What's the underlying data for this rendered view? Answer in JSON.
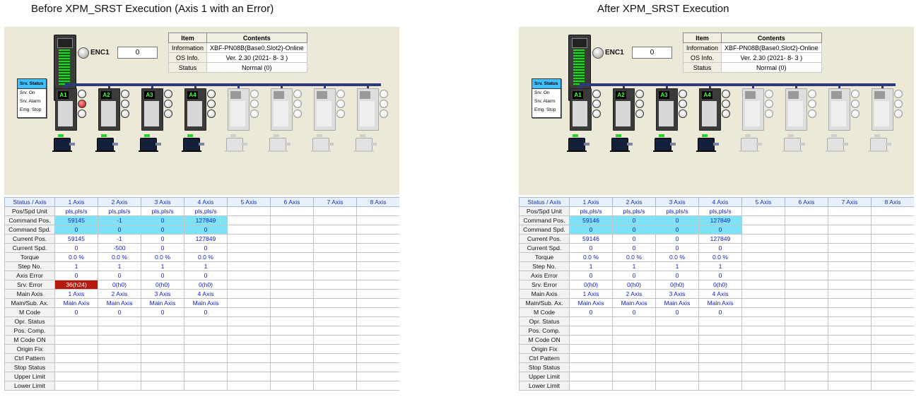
{
  "captions": {
    "before": "Before XPM_SRST Execution (Axis 1 with an Error)",
    "after": "After XPM_SRST Execution"
  },
  "panels": [
    {
      "enc_label": "ENC1",
      "enc_value": "0",
      "info": {
        "headers": [
          "Item",
          "Contents"
        ],
        "rows": [
          [
            "Information",
            "XBF-PN08B(Base0,Slot2)-Online"
          ],
          [
            "OS Info.",
            "Ver.  2.30 (2021- 8- 3 )"
          ],
          [
            "Status",
            "Normal (0)"
          ]
        ]
      },
      "legend": [
        "Srv. Status",
        "Srv. On",
        "Srv. Alarm",
        "Emg. Stop"
      ],
      "drives": [
        "A1",
        "A2",
        "A3",
        "A4",
        "",
        "",
        "",
        ""
      ],
      "alarm_axis": 1,
      "grid": {
        "header": [
          "Status / Axis",
          "1 Axis",
          "2 Axis",
          "3 Axis",
          "4 Axis",
          "5 Axis",
          "6 Axis",
          "7 Axis",
          "8 Axis"
        ],
        "rows": [
          {
            "label": "Pos/Spd Unit",
            "values": [
              "pls,pls/s",
              "pls,pls/s",
              "pls,pls/s",
              "pls,pls/s"
            ]
          },
          {
            "label": "Command Pos.",
            "values": [
              "59145",
              "-1",
              "0",
              "127849"
            ],
            "hl": "cyan"
          },
          {
            "label": "Command Spd.",
            "values": [
              "0",
              "0",
              "0",
              "0"
            ],
            "hl": "cyan"
          },
          {
            "label": "Current Pos.",
            "values": [
              "59145",
              "-1",
              "0",
              "127849"
            ]
          },
          {
            "label": "Current Spd.",
            "values": [
              "0",
              "-500",
              "0",
              "0"
            ]
          },
          {
            "label": "Torque",
            "values": [
              "0.0 %",
              "0.0 %",
              "0.0 %",
              "0.0 %"
            ]
          },
          {
            "label": "Step No.",
            "values": [
              "1",
              "1",
              "1",
              "1"
            ]
          },
          {
            "label": "Axis Error",
            "values": [
              "0",
              "0",
              "0",
              "0"
            ]
          },
          {
            "label": "Srv. Error",
            "values": [
              "36(h24)",
              "0(h0)",
              "0(h0)",
              "0(h0)"
            ],
            "err_col": 0
          },
          {
            "label": "Main Axis",
            "values": [
              "1 Axis",
              "2 Axis",
              "3 Axis",
              "4 Axis"
            ]
          },
          {
            "label": "Main/Sub. Ax.",
            "values": [
              "Main Axis",
              "Main Axis",
              "Main Axis",
              "Main Axis"
            ]
          },
          {
            "label": "M Code",
            "values": [
              "0",
              "0",
              "0",
              "0"
            ]
          },
          {
            "label": "Opr. Status",
            "values": []
          },
          {
            "label": "Pos. Comp.",
            "values": []
          },
          {
            "label": "M Code ON",
            "values": []
          },
          {
            "label": "Origin Fix",
            "values": []
          },
          {
            "label": "Ctrl Pattern",
            "values": []
          },
          {
            "label": "Stop Status",
            "values": []
          },
          {
            "label": "Upper Limit",
            "values": []
          },
          {
            "label": "Lower Limit",
            "values": []
          }
        ]
      }
    },
    {
      "enc_label": "ENC1",
      "enc_value": "0",
      "info": {
        "headers": [
          "Item",
          "Contents"
        ],
        "rows": [
          [
            "Information",
            "XBF-PN08B(Base0,Slot2)-Online"
          ],
          [
            "OS Info.",
            "Ver.  2.30 (2021- 8- 3 )"
          ],
          [
            "Status",
            "Normal (0)"
          ]
        ]
      },
      "legend": [
        "Srv. Status",
        "Srv. On",
        "Srv. Alarm",
        "Emg. Stop"
      ],
      "drives": [
        "A1",
        "A2",
        "A3",
        "A4",
        "",
        "",
        "",
        ""
      ],
      "alarm_axis": 0,
      "grid": {
        "header": [
          "Status / Axis",
          "1 Axis",
          "2 Axis",
          "3 Axis",
          "4 Axis",
          "5 Axis",
          "6 Axis",
          "7 Axis",
          "8 Axis"
        ],
        "rows": [
          {
            "label": "Pos/Spd Unit",
            "values": [
              "pls,pls/s",
              "pls,pls/s",
              "pls,pls/s",
              "pls,pls/s"
            ]
          },
          {
            "label": "Command Pos.",
            "values": [
              "59146",
              "0",
              "0",
              "127849"
            ],
            "hl": "cyan"
          },
          {
            "label": "Command Spd.",
            "values": [
              "0",
              "0",
              "0",
              "0"
            ],
            "hl": "cyan"
          },
          {
            "label": "Current Pos.",
            "values": [
              "59146",
              "0",
              "0",
              "127849"
            ]
          },
          {
            "label": "Current Spd.",
            "values": [
              "0",
              "0",
              "0",
              "0"
            ]
          },
          {
            "label": "Torque",
            "values": [
              "0.0 %",
              "0.0 %",
              "0.0 %",
              "0.0 %"
            ]
          },
          {
            "label": "Step No.",
            "values": [
              "1",
              "1",
              "1",
              "1"
            ]
          },
          {
            "label": "Axis Error",
            "values": [
              "0",
              "0",
              "0",
              "0"
            ]
          },
          {
            "label": "Srv. Error",
            "values": [
              "0(h0)",
              "0(h0)",
              "0(h0)",
              "0(h0)"
            ]
          },
          {
            "label": "Main Axis",
            "values": [
              "1 Axis",
              "2 Axis",
              "3 Axis",
              "4 Axis"
            ]
          },
          {
            "label": "Main/Sub. Ax.",
            "values": [
              "Main Axis",
              "Main Axis",
              "Main Axis",
              "Main Axis"
            ]
          },
          {
            "label": "M Code",
            "values": [
              "0",
              "0",
              "0",
              "0"
            ]
          },
          {
            "label": "Opr. Status",
            "values": []
          },
          {
            "label": "Pos. Comp.",
            "values": []
          },
          {
            "label": "M Code ON",
            "values": []
          },
          {
            "label": "Origin Fix",
            "values": []
          },
          {
            "label": "Ctrl Pattern",
            "values": []
          },
          {
            "label": "Stop Status",
            "values": []
          },
          {
            "label": "Upper Limit",
            "values": []
          },
          {
            "label": "Lower Limit",
            "values": []
          }
        ]
      }
    }
  ]
}
